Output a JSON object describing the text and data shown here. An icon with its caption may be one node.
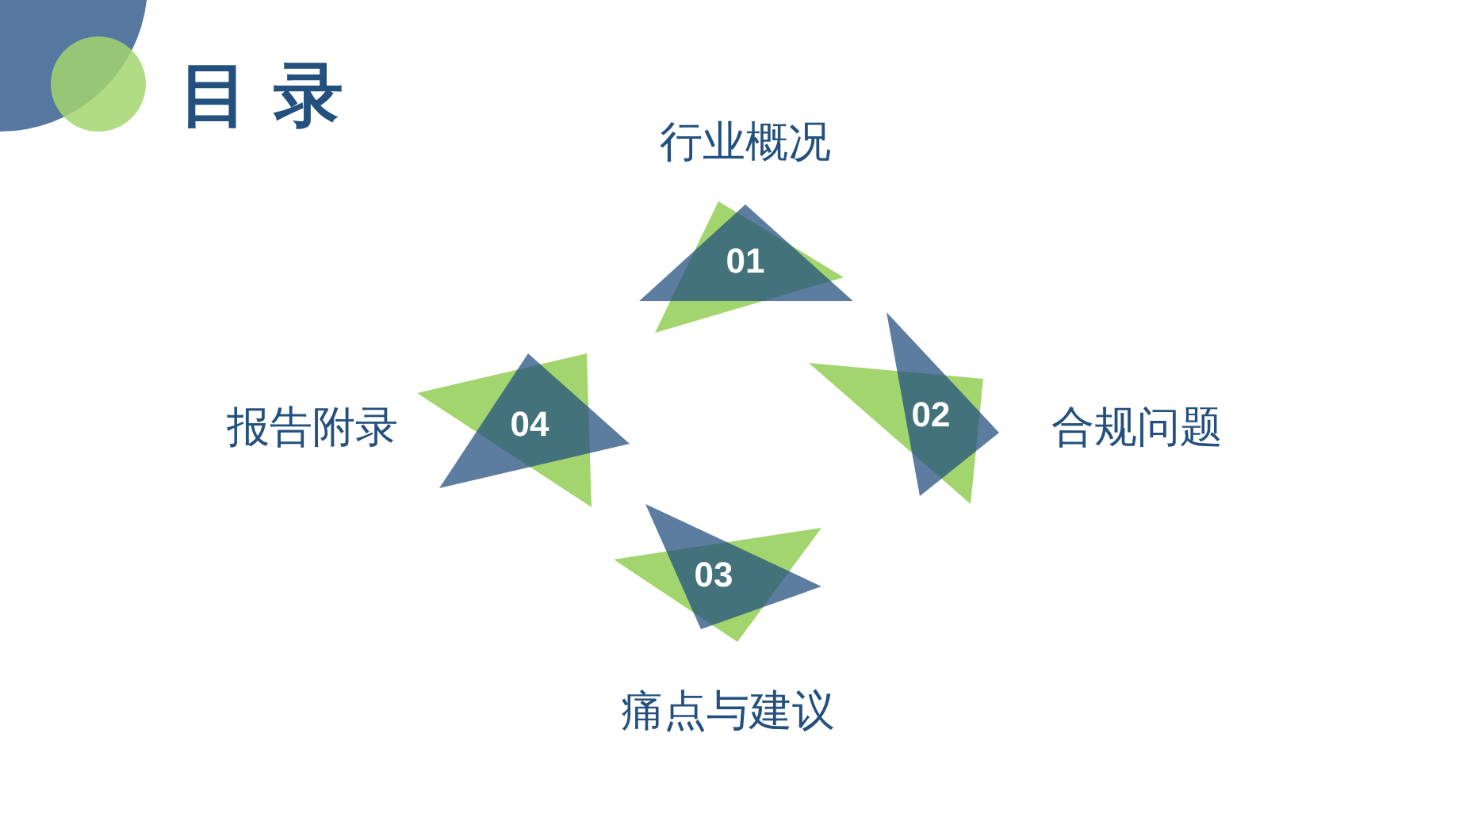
{
  "diagram": {
    "title": "目 录",
    "nodes": [
      {
        "text": [
          "01"
        ],
        "beside": [
          "行业概况"
        ]
      },
      {
        "text": [
          "02"
        ],
        "beside": [
          "合规问题"
        ]
      },
      {
        "text": [
          "03"
        ],
        "beside": [
          "痛点与建议"
        ]
      },
      {
        "text": [
          "04"
        ],
        "beside": [
          "报告附录"
        ]
      }
    ]
  }
}
